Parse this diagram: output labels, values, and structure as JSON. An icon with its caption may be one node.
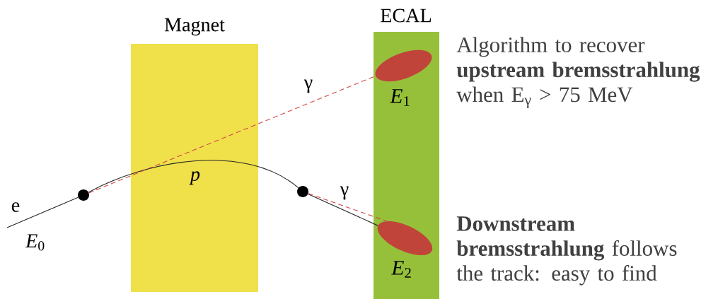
{
  "diagram": {
    "nodes": [
      {
        "text": [
          "ECAL"
        ]
      },
      {
        "text": [
          "*E*$_{1}$"
        ],
        "in": 0
      },
      {
        "text": [
          "*E*$_{2}$"
        ],
        "in": 0
      },
      {
        "text": [],
        "shape": "circle"
      },
      {
        "text": [],
        "shape": "circle"
      }
    ],
    "edges": [
      {
        "from": null,
        "to": 3,
        "arrow": "none"
      },
      {
        "from": 3,
        "to": 4,
        "arrow": "none",
        "label": "*p*"
      },
      {
        "from": 4,
        "to": 2,
        "arrow": "none"
      },
      {
        "from": 3,
        "to": 1,
        "arrow": "none",
        "label": "γ",
        "style": "dashed",
        "color": "#d04848"
      },
      {
        "from": 4,
        "to": 2,
        "arrow": "none",
        "label": "γ",
        "style": "dashed",
        "color": "#d04848"
      }
    ],
    "labels": [
      "Magnet",
      "e",
      "*E*$_{0}$",
      "Algorithm to recover **upstream bremsstrahlung** when E$_{γ}$ > 75 MeV",
      "**Downstream bremsstrahlung** follows the track: easy to find"
    ]
  }
}
